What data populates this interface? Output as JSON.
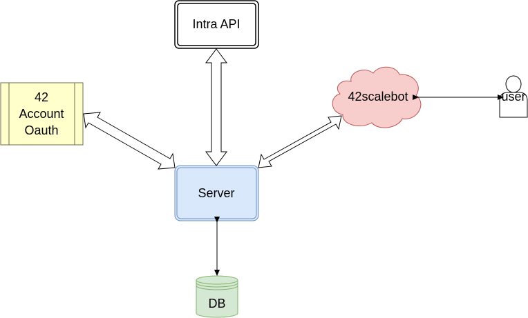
{
  "diagram": {
    "nodes": {
      "intra_api": "Intra API",
      "oauth": [
        "42",
        "Account",
        "Oauth"
      ],
      "scalebot": "42scalebot",
      "user": "user",
      "server": "Server",
      "db": "DB"
    }
  },
  "colors": {
    "oauth_fill": "#ffffcc",
    "oauth_stroke": "#6b6b4f",
    "scalebot_fill": "#f8cecc",
    "scalebot_stroke": "#b85450",
    "server_fill": "#dae8fc",
    "server_stroke": "#6c8ebf",
    "db_fill": "#d5e8d4",
    "db_stroke": "#82b366"
  }
}
